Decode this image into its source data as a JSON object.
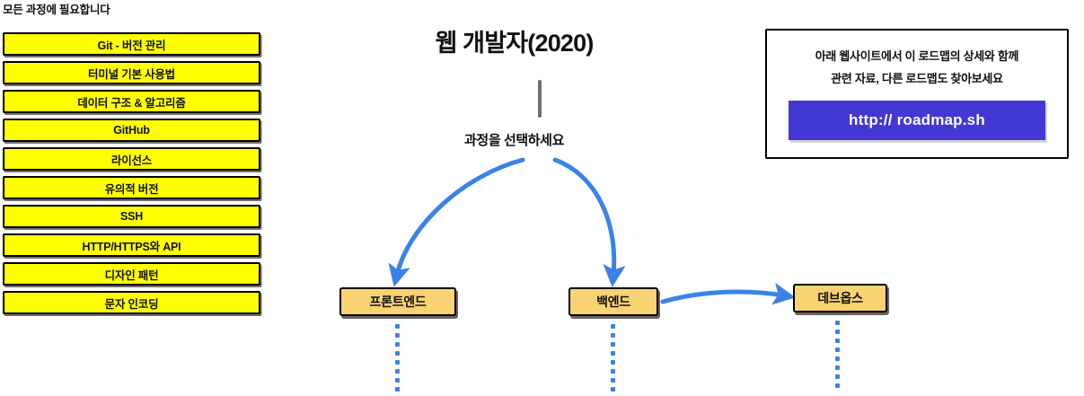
{
  "sidebar": {
    "heading": "모든 과정에 필요합니다",
    "items": [
      {
        "label": "Git - 버전 관리"
      },
      {
        "label": "터미널 기본 사용법"
      },
      {
        "label": "데이터 구조 & 알고리즘"
      },
      {
        "label": "GitHub"
      },
      {
        "label": "라이선스"
      },
      {
        "label": "유의적 버전"
      },
      {
        "label": "SSH"
      },
      {
        "label": "HTTP/HTTPS와 API"
      },
      {
        "label": "디자인 패턴"
      },
      {
        "label": "문자 인코딩"
      }
    ]
  },
  "center": {
    "title": "웹 개발자(2020)",
    "subtitle": "과정을 선택하세요",
    "nodes": [
      {
        "label": "프론트엔드"
      },
      {
        "label": "백엔드"
      },
      {
        "label": "데브옵스"
      }
    ]
  },
  "info": {
    "line1": "아래 웹사이트에서 이 로드맵의 상세와 함께",
    "line2": "관련 자료, 다른 로드맵도 찾아보세요",
    "button_label": "http:// roadmap.sh"
  },
  "colors": {
    "sidebar_fill": "#FFFF00",
    "node_fill": "#F9D372",
    "arrow_blue": "#3B82E8",
    "button_blue": "#4338D4",
    "outline": "#000000",
    "trunk_gray": "#6E6E6E"
  }
}
